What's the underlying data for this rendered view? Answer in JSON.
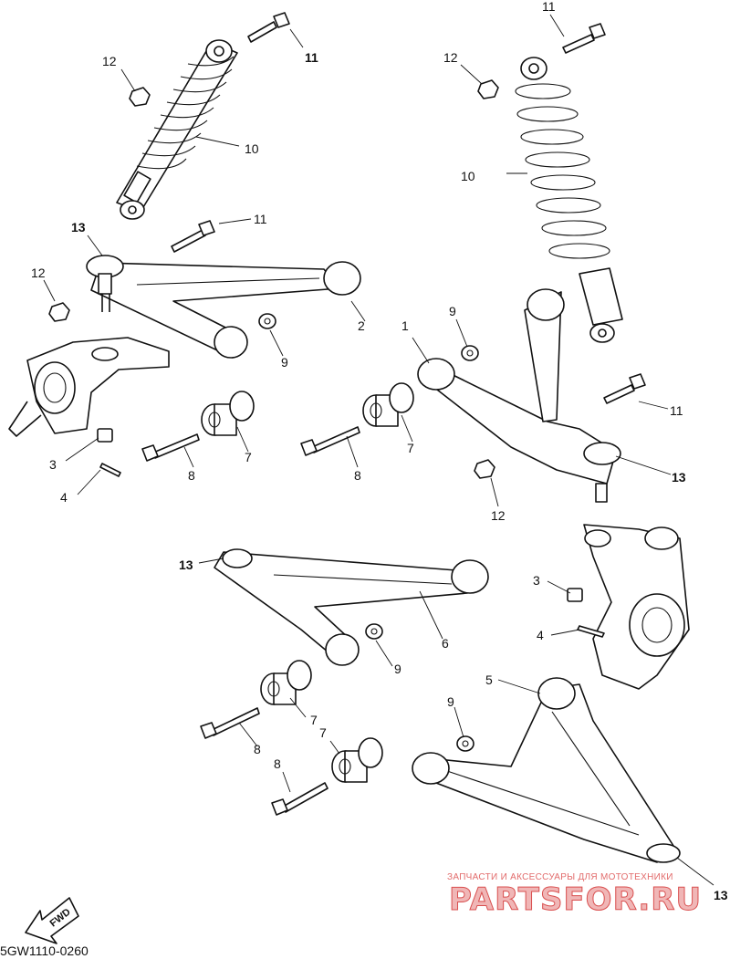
{
  "diagram": {
    "callouts": [
      "1",
      "2",
      "3",
      "4",
      "5",
      "6",
      "7",
      "8",
      "9",
      "10",
      "11",
      "12",
      "13"
    ],
    "fwd_label": "FWD",
    "drawing_code": "5GW1110-0260"
  },
  "watermark": {
    "tagline": "ЗАПЧАСТИ И АКСЕССУАРЫ ДЛЯ МОТОТЕХНИКИ",
    "brand": "PARTSFOR.RU",
    "color": "#d94f4f"
  }
}
